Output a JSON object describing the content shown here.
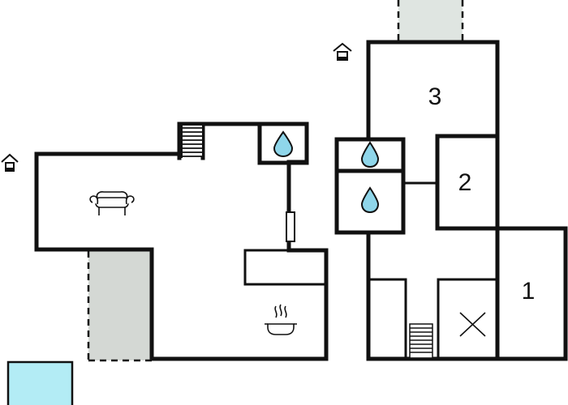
{
  "plan": {
    "rooms": [
      {
        "id": "room-3",
        "number": "3"
      },
      {
        "id": "room-2",
        "number": "2"
      },
      {
        "id": "room-1",
        "number": "1"
      }
    ],
    "icons": {
      "entrance": "house-entrance-icon",
      "bathroom": "water-drop-icon",
      "living": "sofa-icon",
      "kitchen": "cooking-pot-icon",
      "stairs": "stairs-icon",
      "void": "cross-icon"
    },
    "colors": {
      "wall": "#111111",
      "terrace": "#d4d8d4",
      "balcony_top": "#dfe5e1",
      "pool": "#b3ecf5",
      "water": "#8fd6ea",
      "background": "#ffffff"
    }
  }
}
